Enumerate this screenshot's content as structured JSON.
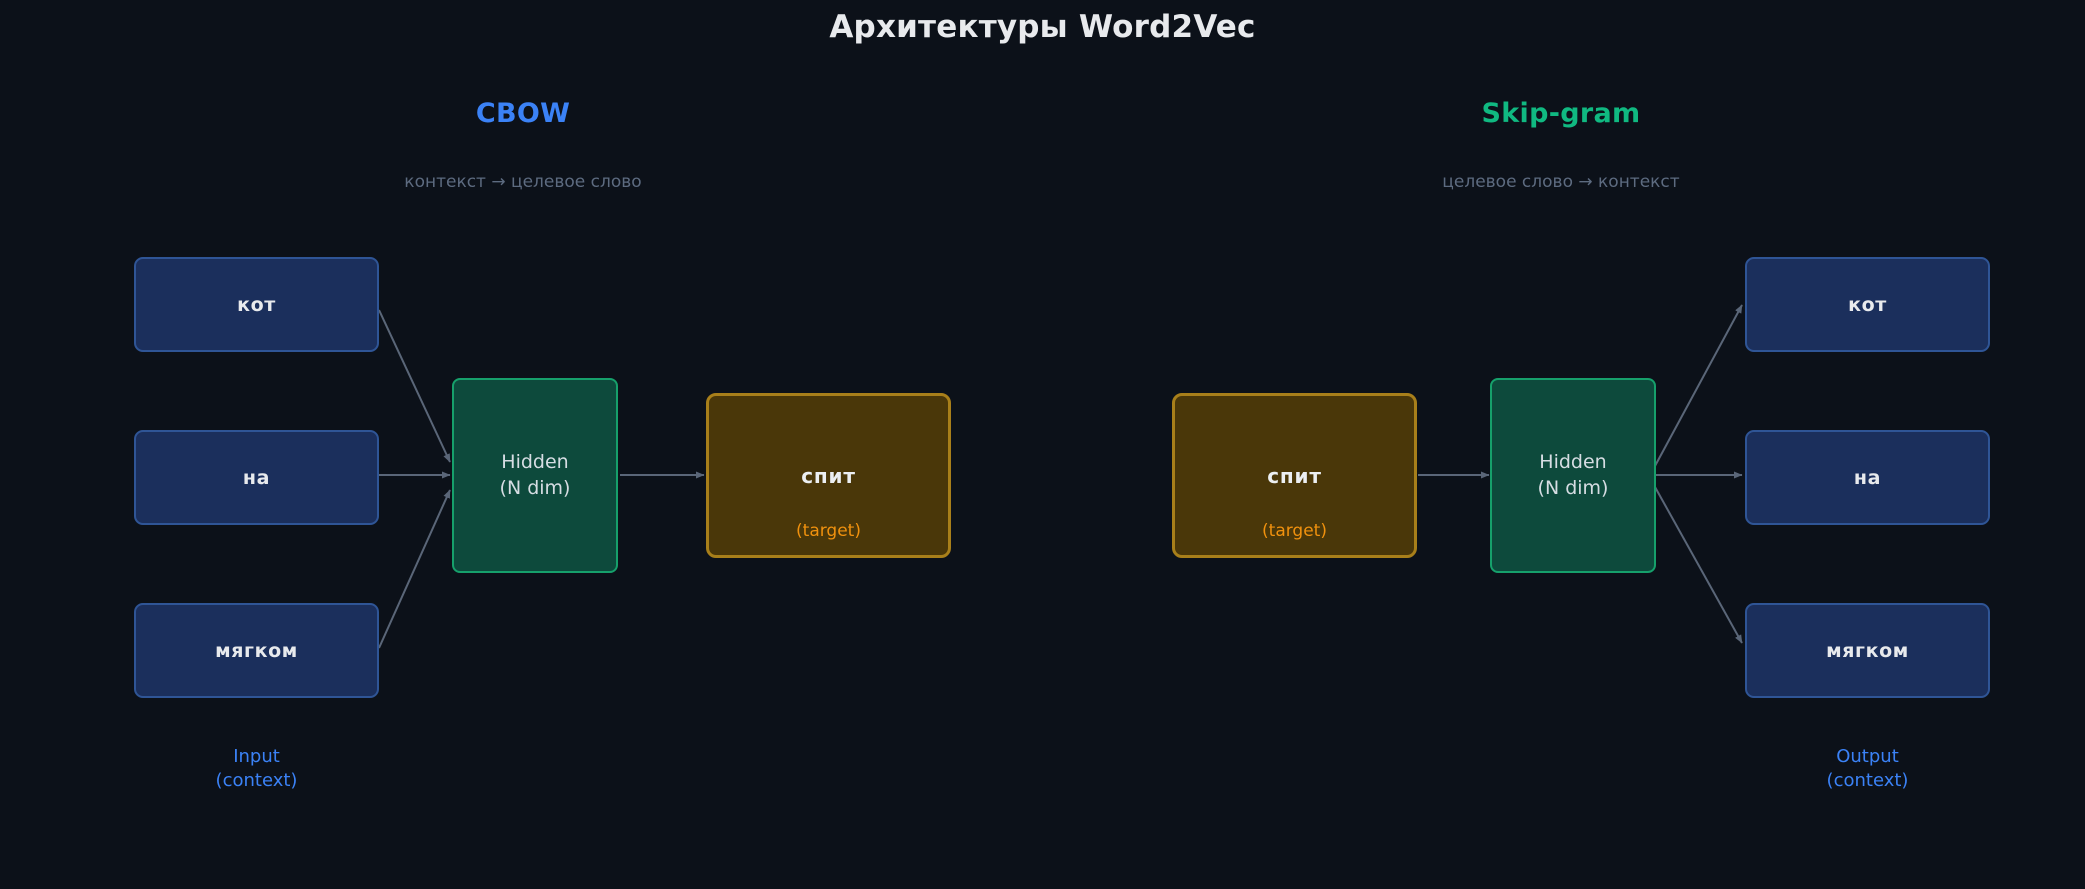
{
  "title": "Архитектуры Word2Vec",
  "colors": {
    "background": "#0c1119",
    "title_text": "#e8eaed",
    "cbow_accent": "#3b82f6",
    "skipgram_accent": "#10b981",
    "subtitle_text": "#5d6b80",
    "word_box_fill": "#1b2f5c",
    "word_box_border": "#2f5596",
    "hidden_box_fill": "#0d4a3c",
    "hidden_box_border": "#16a06b",
    "target_box_fill": "#4a3709",
    "target_box_border": "#a87f1a",
    "target_sublabel": "#f0910e",
    "arrow": "#5a6678",
    "caption_text": "#3b82f6"
  },
  "panels": [
    {
      "id": "cbow",
      "title": "CBOW",
      "subtitle": "контекст → целевое слово",
      "direction": "context-to-target",
      "input_words": [
        "кот",
        "на",
        "мягком"
      ],
      "hidden": {
        "line1": "Hidden",
        "line2": "(N dim)"
      },
      "target": {
        "word": "спит",
        "sublabel": "(target)"
      },
      "caption": {
        "line1": "Input",
        "line2": "(context)"
      }
    },
    {
      "id": "skipgram",
      "title": "Skip-gram",
      "subtitle": "целевое слово → контекст",
      "direction": "target-to-context",
      "target": {
        "word": "спит",
        "sublabel": "(target)"
      },
      "hidden": {
        "line1": "Hidden",
        "line2": "(N dim)"
      },
      "output_words": [
        "кот",
        "на",
        "мягком"
      ],
      "caption": {
        "line1": "Output",
        "line2": "(context)"
      }
    }
  ]
}
